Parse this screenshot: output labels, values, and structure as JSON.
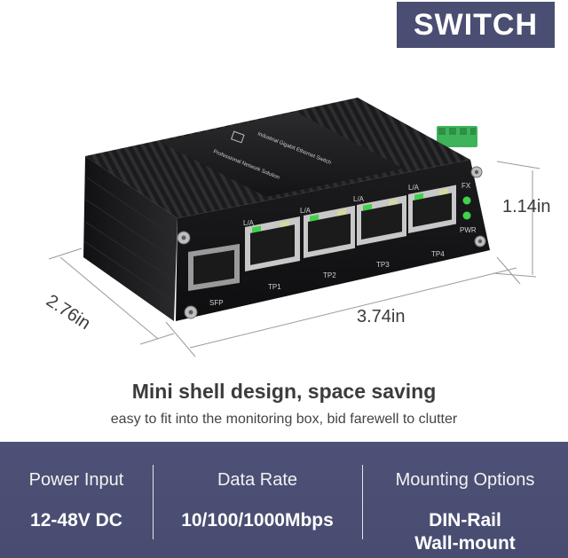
{
  "badge": {
    "text": "SWITCH"
  },
  "device": {
    "port_labels": [
      "TP1",
      "TP2",
      "TP3",
      "TP4"
    ],
    "link_label": "L/A",
    "sfp_label": "SFP",
    "fx_label": "FX",
    "pwr_label": "PWR",
    "top_label_1": "Industrial Gigabit Ethernet Switch",
    "top_label_2": "Professional Network Solution"
  },
  "dimensions": {
    "height": "1.14in",
    "width": "3.74in",
    "depth": "2.76in"
  },
  "headline": "Mini shell design, space saving",
  "subline": "easy to fit into the monitoring box, bid farewell to clutter",
  "specs": [
    {
      "title": "Power Input",
      "value": "12-48V DC"
    },
    {
      "title": "Data Rate",
      "value": "10/100/1000Mbps"
    },
    {
      "title": "Mounting Options",
      "value": "DIN-Rail\nWall-mount"
    }
  ],
  "colors": {
    "badge_bg": "#4a4e72",
    "spec_bg": "#4b4f74",
    "led_green": "#3fd24a",
    "terminal_green": "#3fb35a"
  }
}
